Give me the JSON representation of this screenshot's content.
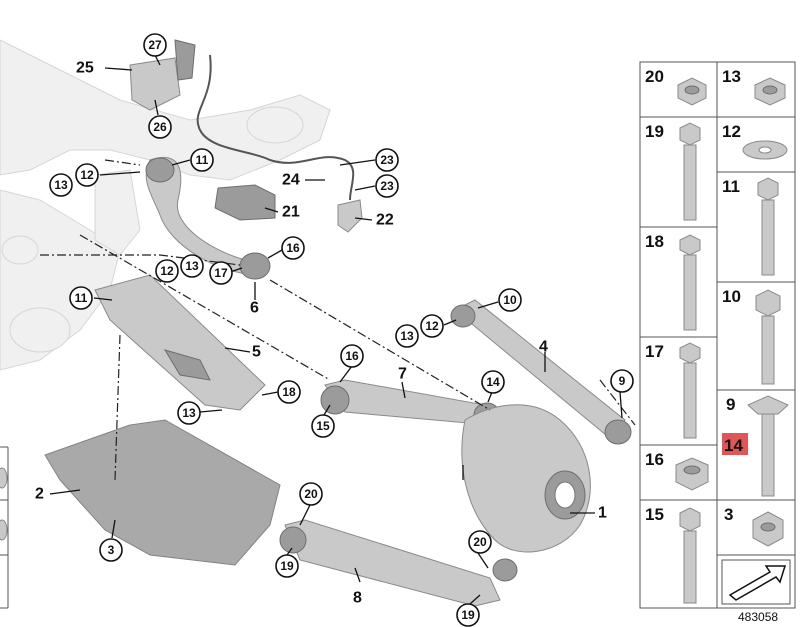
{
  "callouts": [
    {
      "id": "c27",
      "label": "27"
    },
    {
      "id": "c25",
      "label": "25"
    },
    {
      "id": "c26",
      "label": "26"
    },
    {
      "id": "c11a",
      "label": "11"
    },
    {
      "id": "c12a",
      "label": "12"
    },
    {
      "id": "c13a",
      "label": "13"
    },
    {
      "id": "c23a",
      "label": "23"
    },
    {
      "id": "c23b",
      "label": "23"
    },
    {
      "id": "c24",
      "label": "24"
    },
    {
      "id": "c21",
      "label": "21"
    },
    {
      "id": "c22",
      "label": "22"
    },
    {
      "id": "c16a",
      "label": "16"
    },
    {
      "id": "c17",
      "label": "17"
    },
    {
      "id": "c13b",
      "label": "13"
    },
    {
      "id": "c12b",
      "label": "12"
    },
    {
      "id": "c6",
      "label": "6"
    },
    {
      "id": "c11b",
      "label": "11"
    },
    {
      "id": "c5",
      "label": "5"
    },
    {
      "id": "c18",
      "label": "18"
    },
    {
      "id": "c13c",
      "label": "13"
    },
    {
      "id": "c10",
      "label": "10"
    },
    {
      "id": "c12c",
      "label": "12"
    },
    {
      "id": "c13d",
      "label": "13"
    },
    {
      "id": "c4",
      "label": "4"
    },
    {
      "id": "c16b",
      "label": "16"
    },
    {
      "id": "c7",
      "label": "7"
    },
    {
      "id": "c14",
      "label": "14"
    },
    {
      "id": "c9",
      "label": "9"
    },
    {
      "id": "c15",
      "label": "15"
    },
    {
      "id": "c2",
      "label": "2"
    },
    {
      "id": "c3",
      "label": "3"
    },
    {
      "id": "c20a",
      "label": "20"
    },
    {
      "id": "c20b",
      "label": "20"
    },
    {
      "id": "c1",
      "label": "1"
    },
    {
      "id": "c19a",
      "label": "19"
    },
    {
      "id": "c19b",
      "label": "19"
    },
    {
      "id": "c8",
      "label": "8"
    }
  ],
  "parts_grid": [
    {
      "label": "20",
      "highlighted": false
    },
    {
      "label": "13",
      "highlighted": false
    },
    {
      "label": "19",
      "highlighted": false
    },
    {
      "label": "12",
      "highlighted": false
    },
    {
      "label": "11",
      "highlighted": false
    },
    {
      "label": "18",
      "highlighted": false
    },
    {
      "label": "10",
      "highlighted": false
    },
    {
      "label": "17",
      "highlighted": false
    },
    {
      "label": "9",
      "highlighted": false
    },
    {
      "label": "14",
      "highlighted": true
    },
    {
      "label": "16",
      "highlighted": false
    },
    {
      "label": "15",
      "highlighted": false
    },
    {
      "label": "3",
      "highlighted": false
    }
  ],
  "diagram_number": "483058",
  "colors": {
    "highlight": "#e05555",
    "part_fill": "#c9c9c9",
    "line": "#111111"
  }
}
